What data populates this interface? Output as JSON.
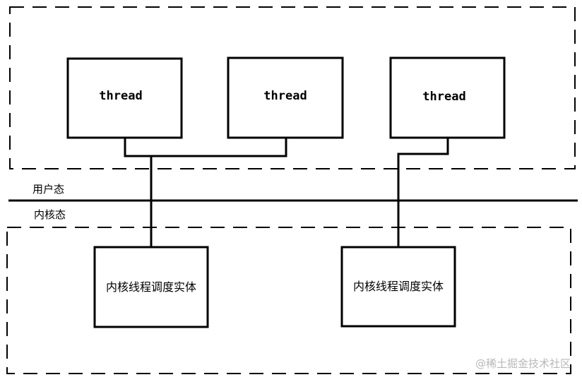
{
  "zones": {
    "user_label": "用户态",
    "kernel_label": "内核态"
  },
  "threads": [
    {
      "label": "thread"
    },
    {
      "label": "thread"
    },
    {
      "label": "thread"
    }
  ],
  "kernel_entities": [
    {
      "label": "内核线程调度实体"
    },
    {
      "label": "内核线程调度实体"
    }
  ],
  "watermark": "@稀土掘金技术社区",
  "colors": {
    "stroke": "#000000",
    "background": "#ffffff",
    "watermark": "#b8b8b8"
  }
}
